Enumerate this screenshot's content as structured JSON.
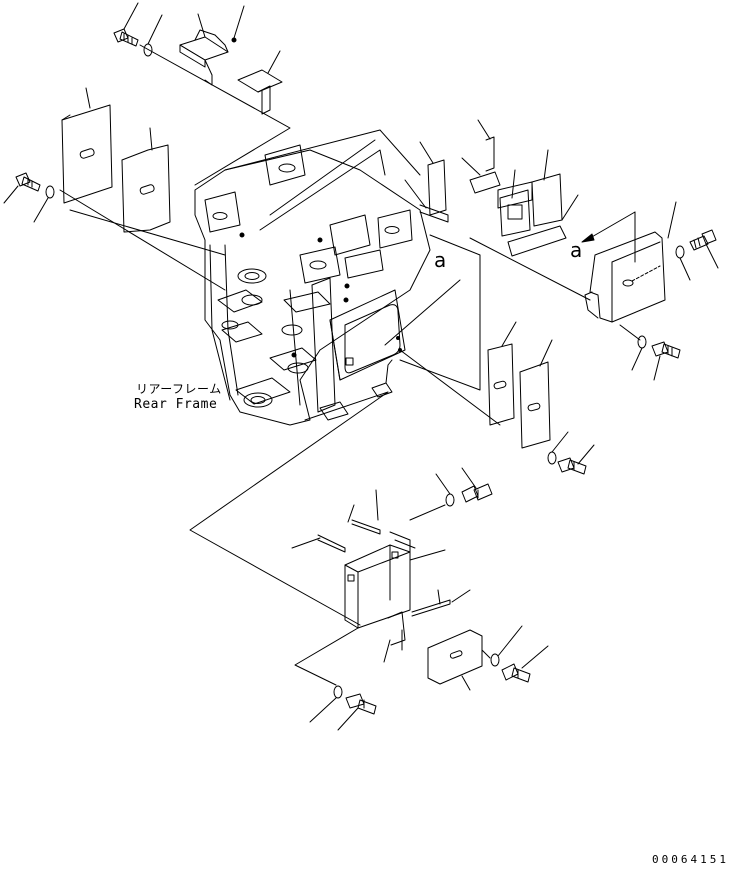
{
  "labels": {
    "frame_jp": "リアーフレーム",
    "frame_en": "Rear Frame",
    "ref_a_left": "a",
    "ref_a_right": "a",
    "drawing_code": "00064151"
  },
  "colors": {
    "line": "#000000",
    "background": "#ffffff"
  }
}
